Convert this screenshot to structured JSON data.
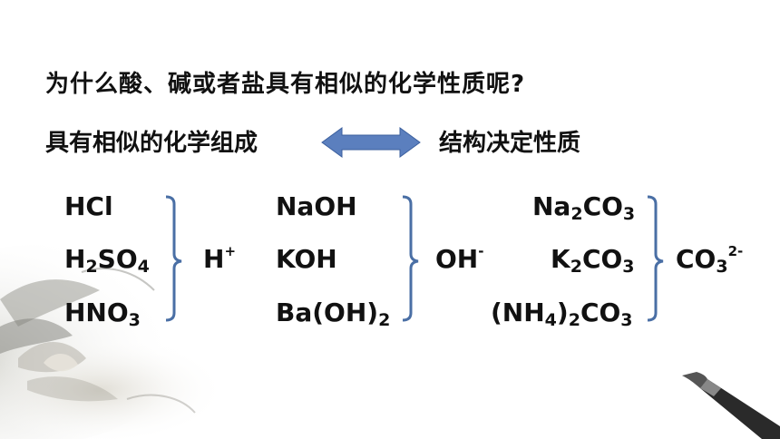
{
  "question": "为什么酸、碱或者盐具有相似的化学性质呢?",
  "statement_left": "具有相似的化学组成",
  "statement_right": "结构决定性质",
  "acids": {
    "items": [
      {
        "parts": [
          "HCl"
        ]
      },
      {
        "parts": [
          "H",
          "2",
          "SO",
          "4"
        ]
      },
      {
        "parts": [
          "HNO",
          "3"
        ]
      }
    ],
    "ion": {
      "base": "H",
      "charge": "+"
    }
  },
  "bases": {
    "items": [
      {
        "parts": [
          "NaOH"
        ]
      },
      {
        "parts": [
          "KOH"
        ]
      },
      {
        "parts": [
          "Ba(OH)",
          "2"
        ]
      }
    ],
    "ion": {
      "base": "OH",
      "charge": "-"
    }
  },
  "salts": {
    "items": [
      {
        "parts": [
          "Na",
          "2",
          "CO",
          "3"
        ]
      },
      {
        "parts": [
          "K",
          "2",
          "CO",
          "3"
        ]
      },
      {
        "parts": [
          "(NH",
          "4",
          ")",
          "2",
          "CO",
          "3"
        ]
      }
    ],
    "ion": {
      "base": "CO",
      "sub": "3",
      "charge": "2-"
    }
  },
  "colors": {
    "arrow": "#5b7fbe",
    "arrow_stroke": "#3b5f9e",
    "bracket": "#4a6fa5",
    "text": "#111111"
  },
  "decor": {
    "left_bottom": "ink-lotus-painting",
    "right_bottom": "calligraphy-brush-icon"
  }
}
